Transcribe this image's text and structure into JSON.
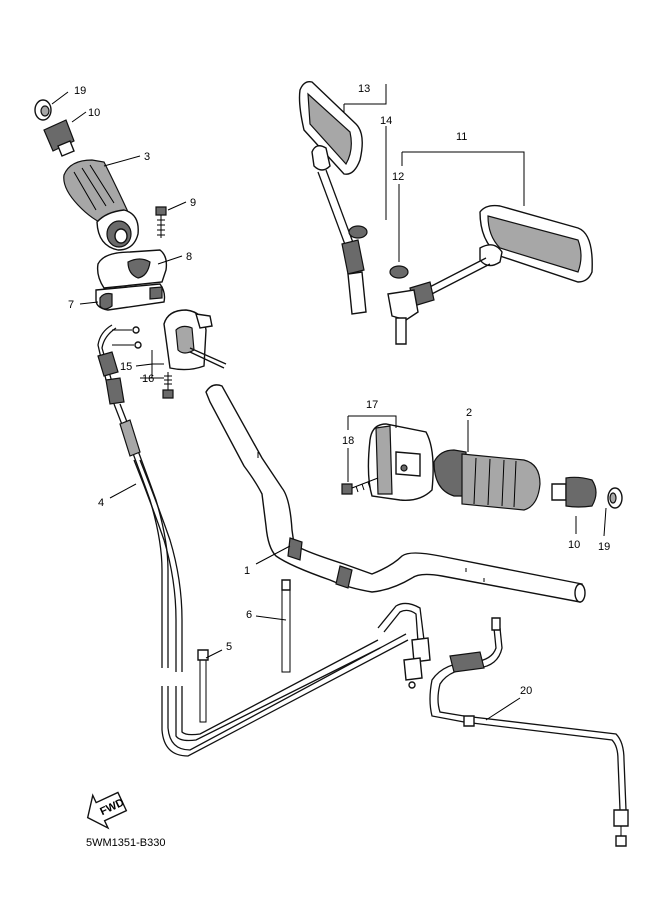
{
  "diagram_code": "5WM1351-B330",
  "fwd_label": "FWD",
  "callouts": {
    "c19a": "19",
    "c10a": "10",
    "c3": "3",
    "c9": "9",
    "c8": "8",
    "c7": "7",
    "c15": "15",
    "c16": "16",
    "c4": "4",
    "c13": "13",
    "c14": "14",
    "c11": "11",
    "c12": "12",
    "c17": "17",
    "c18": "18",
    "c2": "2",
    "c10b": "10",
    "c19b": "19",
    "c1": "1",
    "c6": "6",
    "c5": "5",
    "c20": "20"
  }
}
